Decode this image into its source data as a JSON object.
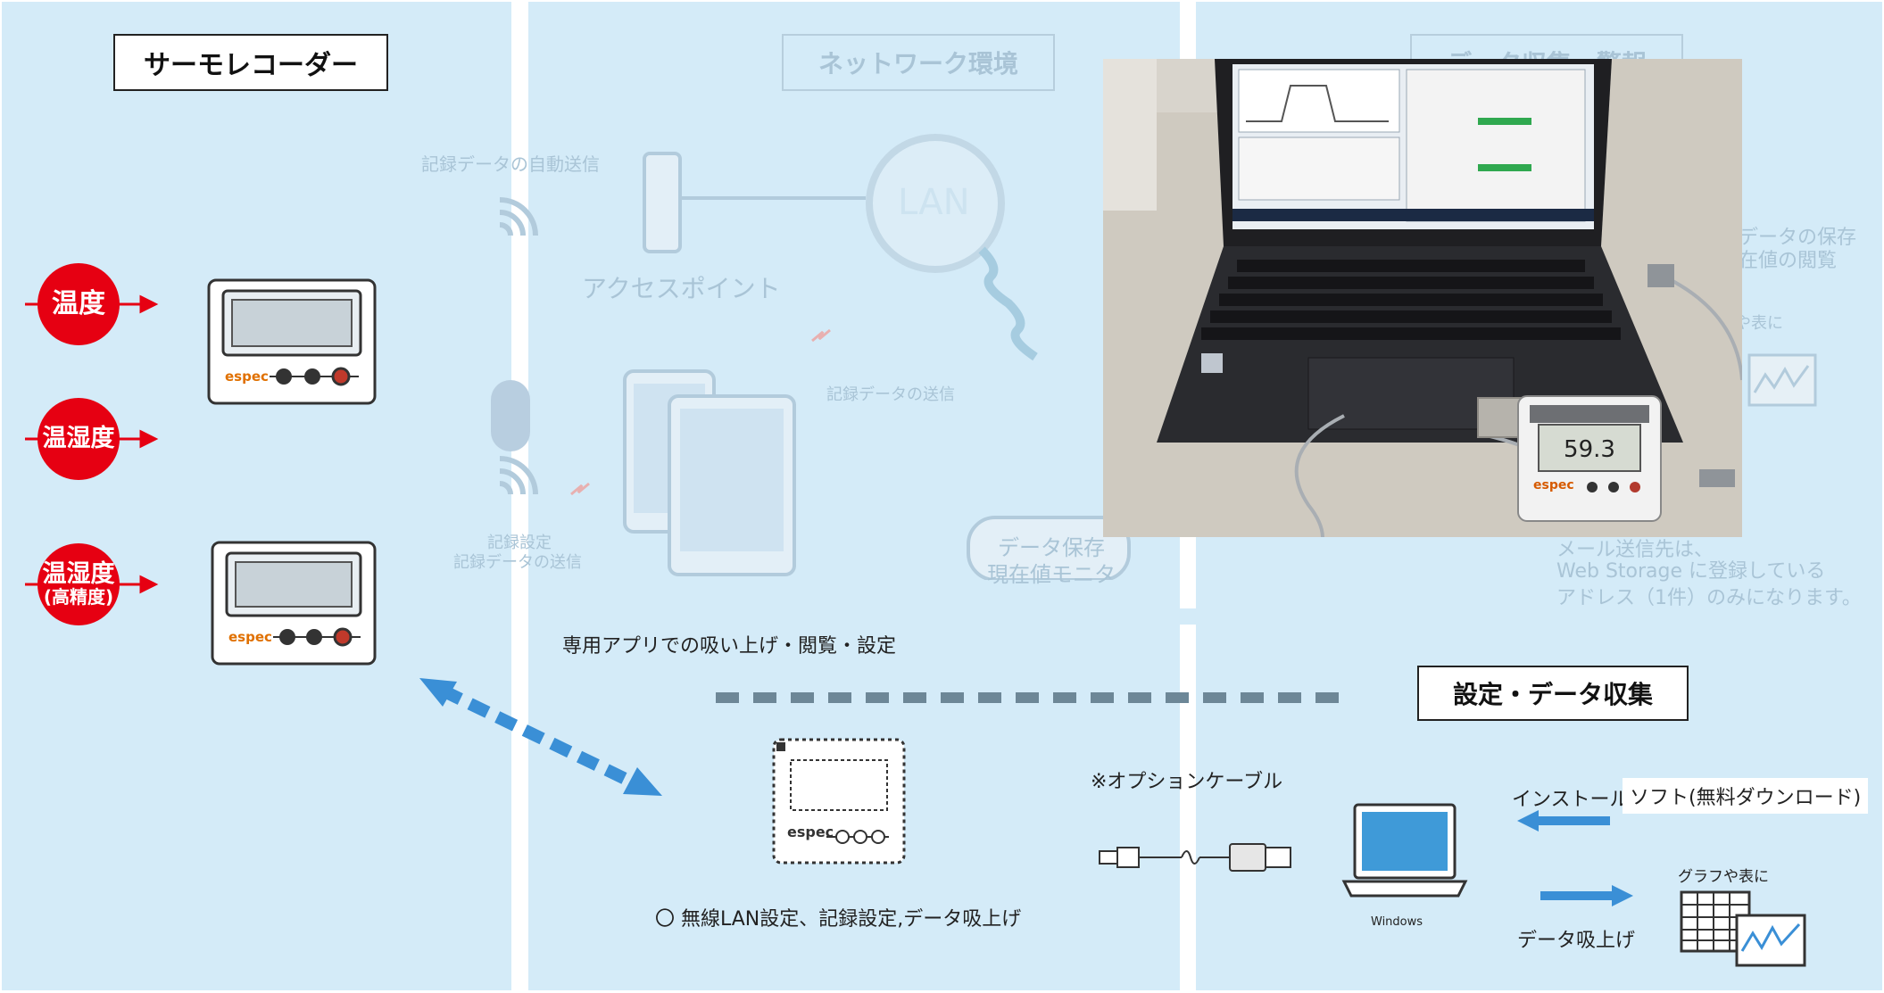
{
  "left": {
    "title": "サーモレコーダー",
    "badges": [
      {
        "label": "温度",
        "sub": ""
      },
      {
        "label": "温湿度",
        "sub": ""
      },
      {
        "label": "温湿度",
        "sub": "(高精度)"
      }
    ],
    "brand": "espec"
  },
  "middle_faded": {
    "title": "ネットワーク環境",
    "auto_send": "記録データの自動送信",
    "lan": "LAN",
    "access_point": "アクセスポイント",
    "record_send": "記録データの送信",
    "settings_line1": "記録設定",
    "settings_line2": "記録データの送信",
    "bubble_line1": "データ保存",
    "bubble_line2": "現在値モニタ"
  },
  "right_faded": {
    "title": "データ収集・警報",
    "data_save_line1": "データの保存",
    "data_save_line2": "在値の閲覧",
    "graph_partial": "や表に",
    "mail_line1": "メール送信先は、",
    "mail_line2": "Web Storage に登録している",
    "mail_line3": "アドレス（1件）のみになります。"
  },
  "photo": {
    "display_value": "59.3",
    "brand": "espec"
  },
  "bottom": {
    "app_caption": "専用アプリでの吸い上げ・閲覧・設定",
    "section_title": "設定・データ収集",
    "device_brand": "espec",
    "device_caption": "〇 無線LAN設定、記録設定,データ吸上げ",
    "option_cable": "※オプションケーブル",
    "pc_label": "Windows",
    "install_label": "インストール",
    "software_label": "ソフト(無料ダウンロード)",
    "data_pull_label": "データ吸上げ",
    "graph_label": "グラフや表に"
  },
  "colors": {
    "panel": "#d4ebf8",
    "badge_red": "#e60012",
    "arrow_blue": "#3a8fd6",
    "dash_gray": "#6d8797"
  }
}
